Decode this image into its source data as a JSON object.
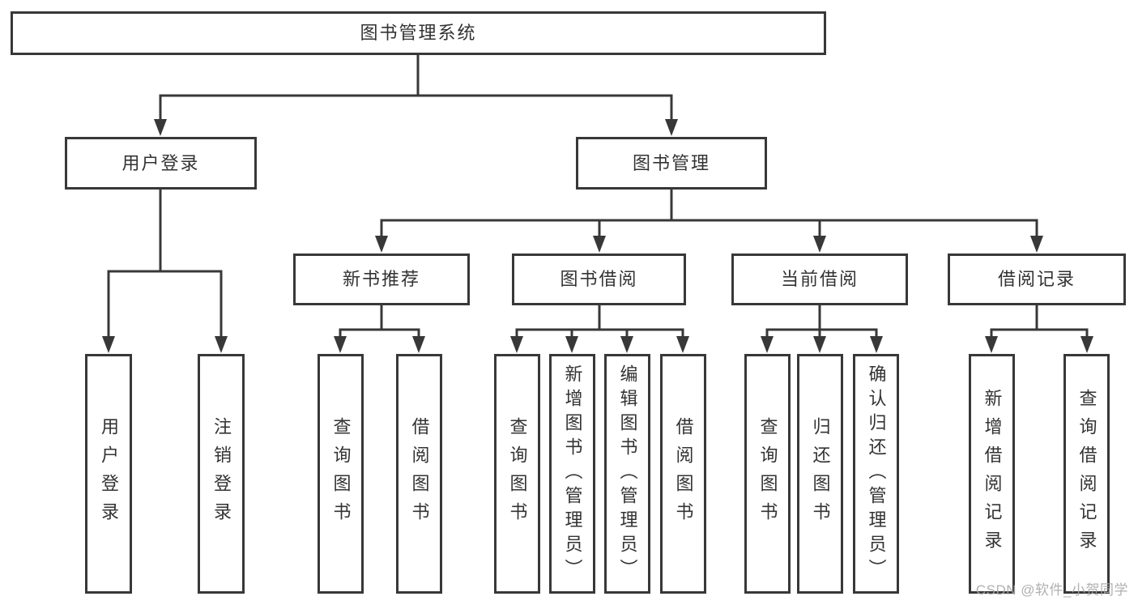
{
  "tree": {
    "label": "图书管理系统",
    "children": [
      {
        "label": "用户登录",
        "children": [
          {
            "label": "用户登录"
          },
          {
            "label": "注销登录"
          }
        ]
      },
      {
        "label": "图书管理",
        "children": [
          {
            "label": "新书推荐",
            "children": [
              {
                "label": "查询图书"
              },
              {
                "label": "借阅图书"
              }
            ]
          },
          {
            "label": "图书借阅",
            "children": [
              {
                "label": "查询图书"
              },
              {
                "label": "新增图书（管理员）"
              },
              {
                "label": "编辑图书（管理员）"
              },
              {
                "label": "借阅图书"
              }
            ]
          },
          {
            "label": "当前借阅",
            "children": [
              {
                "label": "查询图书"
              },
              {
                "label": "归还图书"
              },
              {
                "label": "确认归还（管理员）"
              }
            ]
          },
          {
            "label": "借阅记录",
            "children": [
              {
                "label": "新增借阅记录"
              },
              {
                "label": "查询借阅记录"
              }
            ]
          }
        ]
      }
    ]
  },
  "watermark": "CSDN @软件_小贺同学",
  "colors": {
    "line": "#383838",
    "text": "#333333",
    "watermark": "#a8a8a8",
    "background": "#ffffff"
  }
}
